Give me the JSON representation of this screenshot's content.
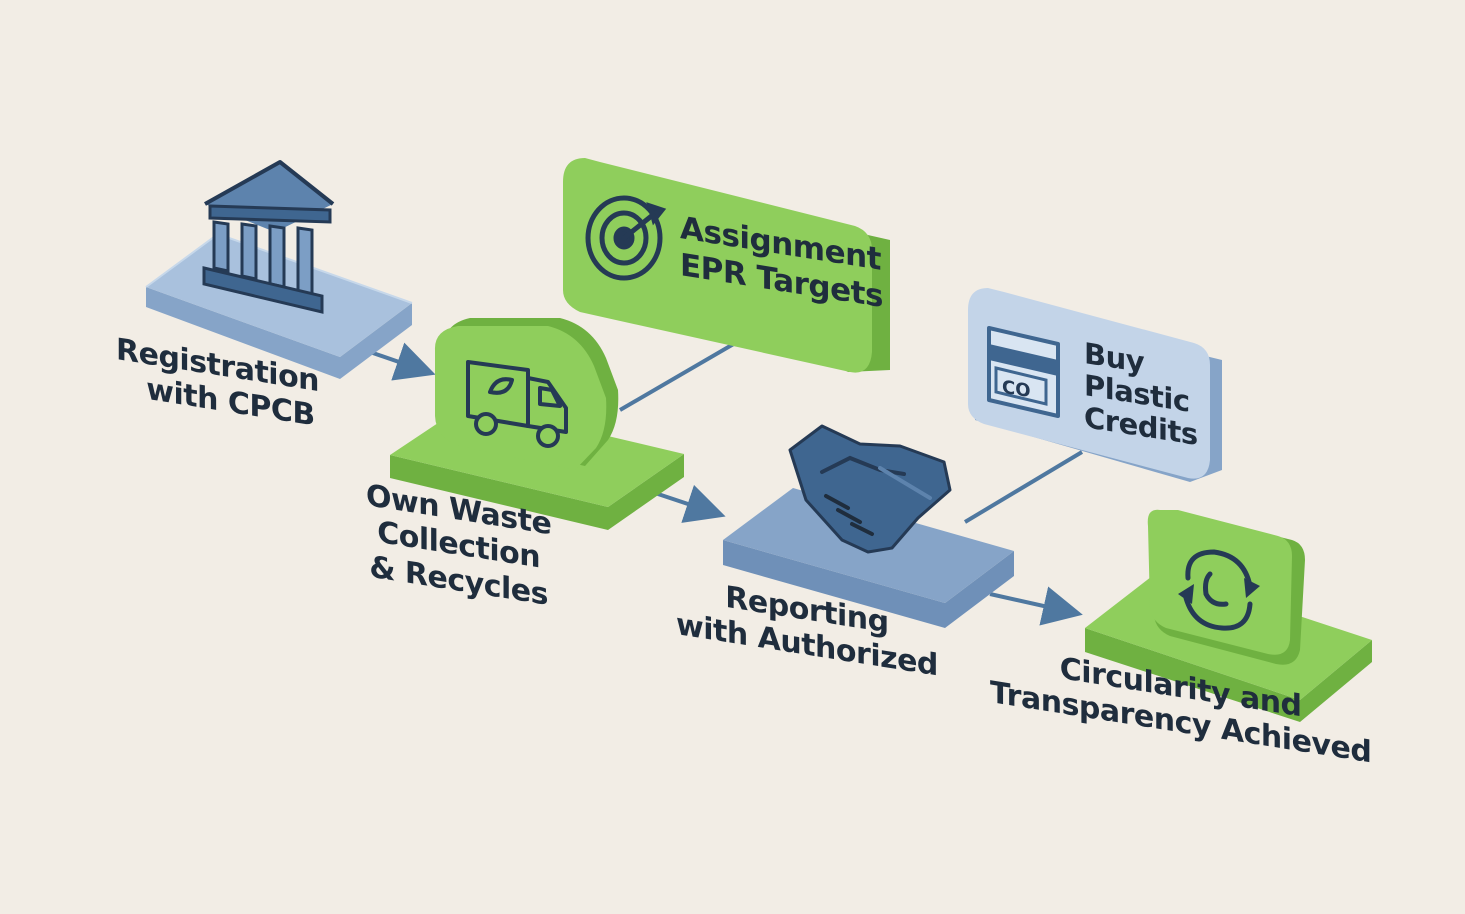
{
  "steps": [
    {
      "id": "registration",
      "icon": "government-building-icon",
      "color": "blue",
      "label_lines": [
        "Registration",
        "with CPCB"
      ]
    },
    {
      "id": "collection",
      "icon": "recycling-truck-icon",
      "color": "green",
      "label_lines": [
        "Own Waste",
        "Collection",
        "& Recycles"
      ]
    },
    {
      "id": "reporting",
      "icon": "handshake-icon",
      "color": "blue",
      "label_lines": [
        "Reporting",
        "with Authorized"
      ]
    },
    {
      "id": "circularity",
      "icon": "recycle-arrows-icon",
      "color": "green",
      "label_lines": [
        "Circularity and",
        "Transparency Achieved"
      ]
    }
  ],
  "callouts": [
    {
      "id": "epr-targets",
      "icon": "target-icon",
      "color": "green",
      "lines": [
        "Assignment",
        "EPR Targets"
      ]
    },
    {
      "id": "plastic-credits",
      "icon": "credit-card-icon",
      "icon_text": "CO",
      "color": "blue",
      "lines": [
        "Buy",
        "Plastic",
        "Credits"
      ]
    }
  ],
  "colors": {
    "background": "#f2ede5",
    "blue_top": "#a9c1dd",
    "blue_side": "#86a4c8",
    "green_top": "#8fce5c",
    "green_side": "#6fb141",
    "icon_blue": "#3f6690",
    "icon_dark": "#253a55",
    "connector": "#4f78a0",
    "text": "#1f2d3d"
  }
}
